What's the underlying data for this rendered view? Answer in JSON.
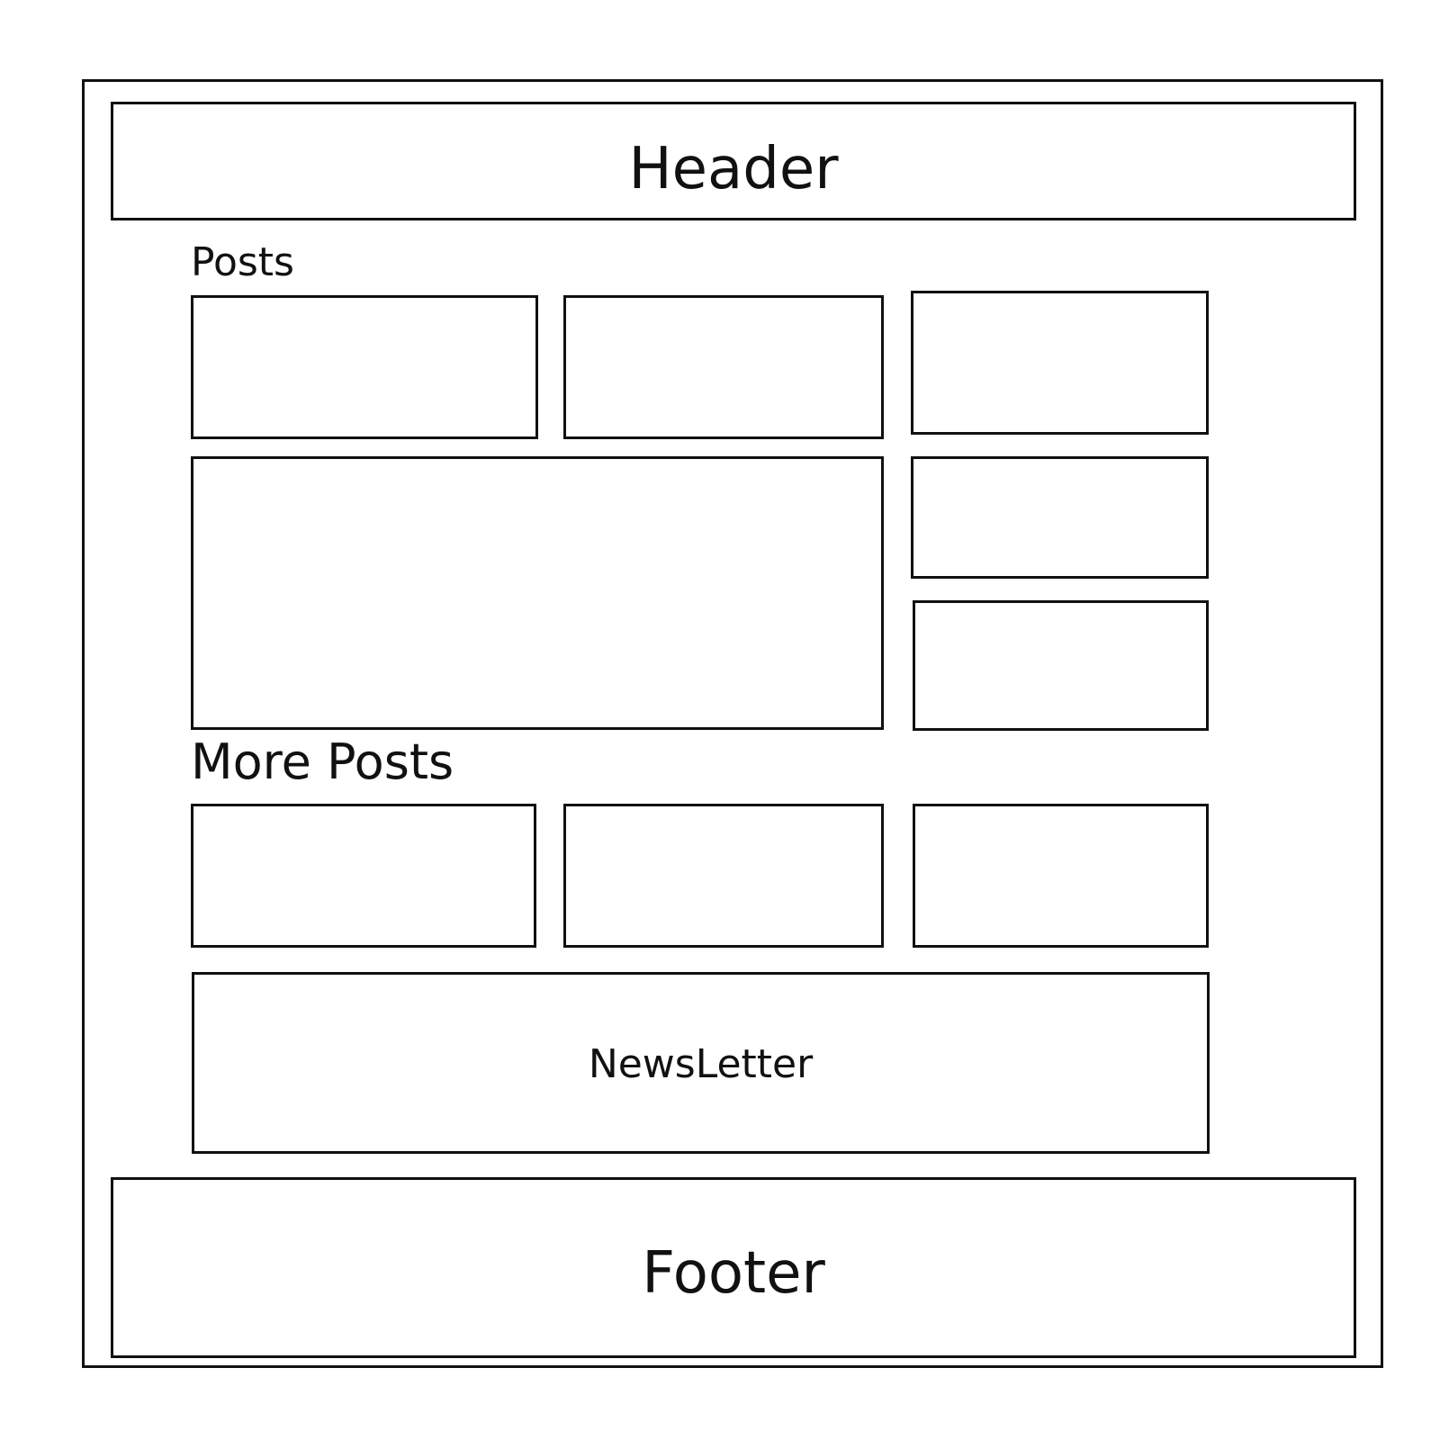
{
  "header": {
    "label": "Header"
  },
  "posts": {
    "label": "Posts"
  },
  "more_posts": {
    "label": "More Posts"
  },
  "newsletter": {
    "label": "NewsLetter"
  },
  "footer": {
    "label": "Footer"
  },
  "colors": {
    "stroke": "#111111",
    "background": "#ffffff"
  }
}
